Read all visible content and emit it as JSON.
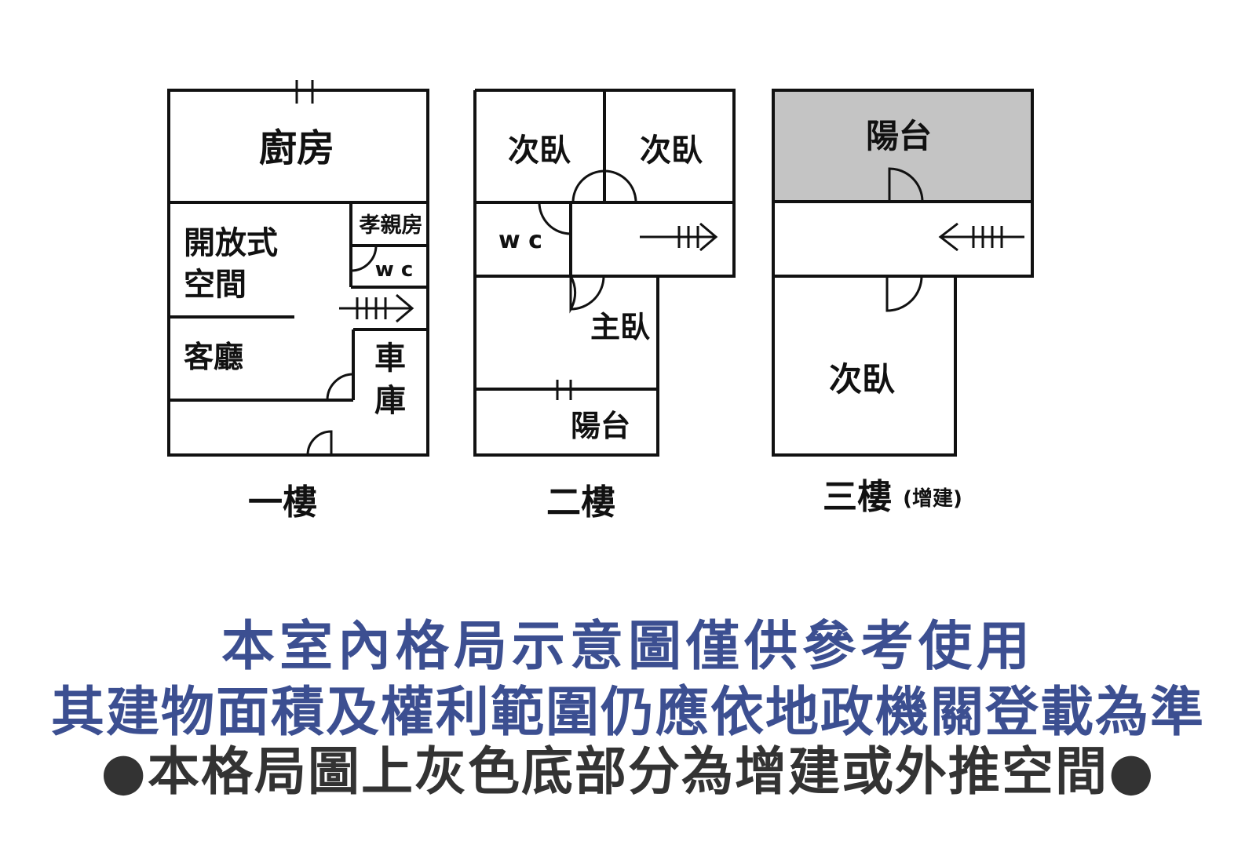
{
  "colors": {
    "line": "#111111",
    "shaded": "#c4c4c4",
    "notice_blue": "#3c4f91",
    "notice_dark": "#333333"
  },
  "floor1": {
    "label": "一樓",
    "rooms": {
      "kitchen": "廚房",
      "open_space_line1": "開放式",
      "open_space_line2": "空間",
      "elder_room": "孝親房",
      "wc": "w c",
      "living_room": "客廳",
      "garage_line1": "車",
      "garage_line2": "庫"
    }
  },
  "floor2": {
    "label": "二樓",
    "rooms": {
      "bedroom_left": "次臥",
      "bedroom_right": "次臥",
      "wc": "w c",
      "master_bedroom": "主臥",
      "balcony": "陽台"
    }
  },
  "floor3": {
    "label": "三樓",
    "label_note": "(增建)",
    "rooms": {
      "balcony": "陽台",
      "bedroom": "次臥"
    }
  },
  "notice": {
    "line1": "本室內格局示意圖僅供參考使用",
    "line2": "其建物面積及權利範圍仍應依地政機關登載為準",
    "line3": "●本格局圖上灰色底部分為增建或外推空間●"
  }
}
